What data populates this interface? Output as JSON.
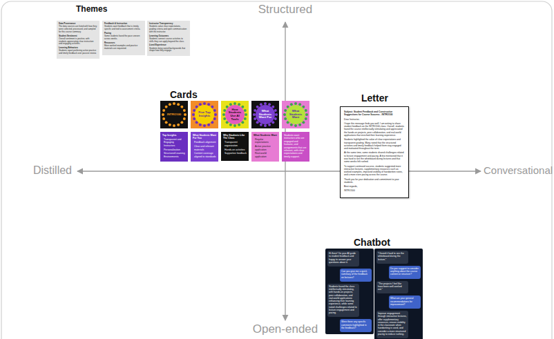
{
  "diagram": {
    "nodes": [
      {
        "text": [
          "Data Provenance",
          "The data sources are listed with how they were collected, processed, and sampled for this course summary.",
          "Student Sentiment",
          "Overall sentiment is positive, with students appreciating clear instruction and engaging activities.",
          "Learning Behaviors",
          "Students report preferring active practice and timely feedback over passive review."
        ]
      },
      {
        "text": [
          "Feedback & Instruction",
          "Students want feedback that is timely, specific and tied to assessment criteria.",
          "Pacing",
          "Some students found the pace uneven across weeks.",
          "Resources",
          "More worked examples and practice materials are requested."
        ]
      },
      {
        "text": [
          "Instructor Transparency",
          "Students value clear expectations, grading criteria and open communication with the instructor.",
          "Learning Outcomes",
          "Students connect course activities to skills they can apply beyond the class.",
          "Lived Experience",
          "Students bring varied backgrounds that shape how they engage."
        ]
      },
      {
        "text": [
          "INTRO100"
        ]
      },
      {
        "text": [
          "Five Top Insights"
        ]
      },
      {
        "text": [
          "How Students Use AI Tools"
        ]
      },
      {
        "text": [
          "What Students Want For"
        ]
      },
      {
        "text": [
          "What Students Want"
        ]
      },
      {
        "text": [
          "Top Insights",
          "Transparent and Engaging Instructors",
          "Personalization",
          "Structured Learning Environments"
        ]
      },
      {
        "text": [
          "What Students Want For You",
          "Feedback alignment",
          "Clear and relevant materials",
          "Content coverage aligned to standards"
        ]
      },
      {
        "text": [
          "Why Students Like The Class",
          "Transparent organization",
          "Hands-on activities",
          "Supportive feedback"
        ]
      },
      {
        "text": [
          "What Students Want",
          "Regular expectations",
          "Active practice application",
          "Real-world application"
        ]
      },
      {
        "text": [
          "Students want instructors who are engaged and humane, and assignments that are relevant, with clear expectations and timely support."
        ]
      },
      {
        "text": [
          "Subject: Student Feedback and Constructive Suggestions for Course Success - INTRO100",
          "Dear Instructor,",
          "I hope this message finds you well. I am writing to share student feedback on the INTRO100 class. Overall, students found the course intellectually stimulating and appreciated the hands-on projects, peer collaboration, and real-world applications that enriched their learning experience.",
          "Students highlighted the value of clear expectations and transparent grading. Many noted that the structured activities and timely feedback helped them stay engaged and motivated throughout the term.",
          "At the same time, some students shared challenges related to lecture engagement and pacing. A few mentioned that it was hard to see the whiteboard during lectures and that some weeks felt rushed.",
          "To support continued success, students suggested more interactive lectures, supplementary resources such as worked examples, improved visibility of handwritten notes, and a more even pacing across the course.",
          "Thank you for your dedication and commitment to your students.",
          "Best regards,",
          "INTRO100"
        ]
      },
      {
        "text": [
          "Hi there! I'm your AI guide to student feedback and happy to answer your questions about it."
        ]
      },
      {
        "text": [
          "Can you give me a quick summary of the feedback on lectures?"
        ]
      },
      {
        "text": [
          "Students found the class intellectually stimulating, with hands-on projects, peer collaboration, and real-world applications enhancing their learning experience, while some noted challenges related to lecture engagement and pacing."
        ]
      },
      {
        "text": [
          "Were there any specific comments highlighted in the feedback?"
        ]
      },
      {
        "text": [
          "\"I found it hard to see the whiteboard during the lecture.\""
        ]
      },
      {
        "text": [
          "Do you suggest to consider anything about the course content or structure?"
        ]
      },
      {
        "text": [
          "\"The projects I feel like have been well-worked out.\""
        ]
      },
      {
        "text": [
          "What are your general recommendations for improvement?"
        ]
      },
      {
        "text": [
          "Improve engagement through interactive lectures, offer supplementary resources, ensure visibility in the classroom when handwriting is used, and consider a more structured pacing to reduce rushing."
        ]
      }
    ],
    "labels": [
      "Structured",
      "Open-ended",
      "Distilled",
      "Conversational",
      "Themes",
      "Cards",
      "Letter",
      "Chatbot"
    ]
  }
}
